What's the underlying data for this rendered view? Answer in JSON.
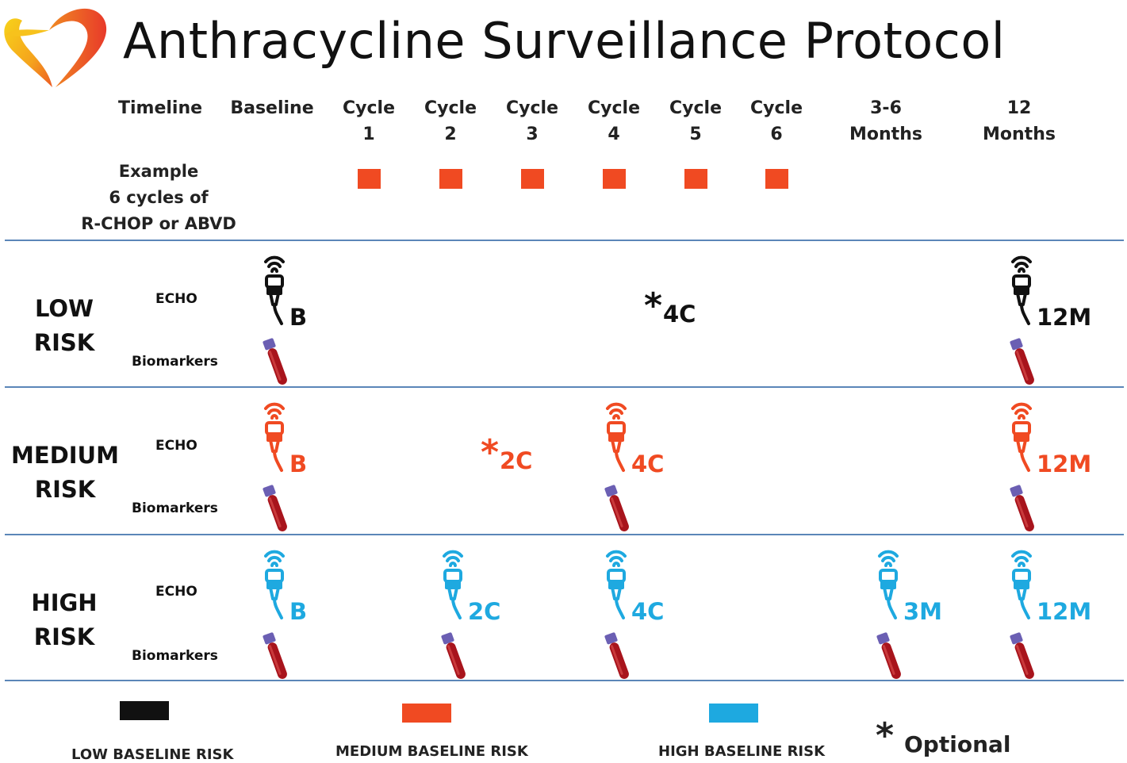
{
  "title": "Anthracycline Surveillance Protocol",
  "colors": {
    "low": "#111111",
    "medium": "#f04a22",
    "high": "#1ea9e0",
    "regimen": "#f04a22",
    "divider": "#5b86b8"
  },
  "icons": {
    "logo": "heart-logo-icon",
    "probe": "echo-probe-icon",
    "tube": "blood-tube-icon"
  },
  "timeline": {
    "label": "Timeline",
    "columns": [
      {
        "id": "baseline",
        "l1": "Baseline",
        "l2": ""
      },
      {
        "id": "c1",
        "l1": "Cycle",
        "l2": "1"
      },
      {
        "id": "c2",
        "l1": "Cycle",
        "l2": "2"
      },
      {
        "id": "c3",
        "l1": "Cycle",
        "l2": "3"
      },
      {
        "id": "c4",
        "l1": "Cycle",
        "l2": "4"
      },
      {
        "id": "c5",
        "l1": "Cycle",
        "l2": "5"
      },
      {
        "id": "c6",
        "l1": "Cycle",
        "l2": "6"
      },
      {
        "id": "m36",
        "l1": "3-6",
        "l2": "Months"
      },
      {
        "id": "m12",
        "l1": "12",
        "l2": "Months"
      }
    ]
  },
  "example": {
    "lines": [
      "Example",
      "6 cycles of",
      "R-CHOP or ABVD"
    ]
  },
  "rows": [
    {
      "id": "low",
      "color": "low",
      "risk_l1": "LOW",
      "risk_l2": "RISK",
      "echo_label": "ECHO",
      "bio_label": "Biomarkers",
      "marks": [
        {
          "col": "baseline",
          "probe": true,
          "tube": true,
          "label": "B",
          "optional": false
        },
        {
          "col": "c4",
          "probe": false,
          "tube": false,
          "label": "4C",
          "optional": true
        },
        {
          "col": "m12",
          "probe": true,
          "tube": true,
          "label": "12M",
          "optional": false
        }
      ]
    },
    {
      "id": "medium",
      "color": "medium",
      "risk_l1": "MEDIUM",
      "risk_l2": "RISK",
      "echo_label": "ECHO",
      "bio_label": "Biomarkers",
      "marks": [
        {
          "col": "baseline",
          "probe": true,
          "tube": true,
          "label": "B",
          "optional": false
        },
        {
          "col": "c2",
          "probe": false,
          "tube": false,
          "label": "2C",
          "optional": true
        },
        {
          "col": "c4",
          "probe": true,
          "tube": true,
          "label": "4C",
          "optional": false
        },
        {
          "col": "m12",
          "probe": true,
          "tube": true,
          "label": "12M",
          "optional": false
        }
      ]
    },
    {
      "id": "high",
      "color": "high",
      "risk_l1": "HIGH",
      "risk_l2": "RISK",
      "echo_label": "ECHO",
      "bio_label": "Biomarkers",
      "marks": [
        {
          "col": "baseline",
          "probe": true,
          "tube": true,
          "label": "B",
          "optional": false
        },
        {
          "col": "c2",
          "probe": true,
          "tube": true,
          "label": "2C",
          "optional": false
        },
        {
          "col": "c4",
          "probe": true,
          "tube": true,
          "label": "4C",
          "optional": false
        },
        {
          "col": "m36",
          "probe": true,
          "tube": true,
          "label": "3M",
          "optional": false
        },
        {
          "col": "m12",
          "probe": true,
          "tube": true,
          "label": "12M",
          "optional": false
        }
      ]
    }
  ],
  "legend": {
    "items": [
      {
        "color": "low",
        "label": "LOW BASELINE RISK"
      },
      {
        "color": "medium",
        "label": "MEDIUM BASELINE RISK"
      },
      {
        "color": "high",
        "label": "HIGH BASELINE RISK"
      }
    ],
    "optional_symbol": "*",
    "optional_label": "Optional"
  }
}
